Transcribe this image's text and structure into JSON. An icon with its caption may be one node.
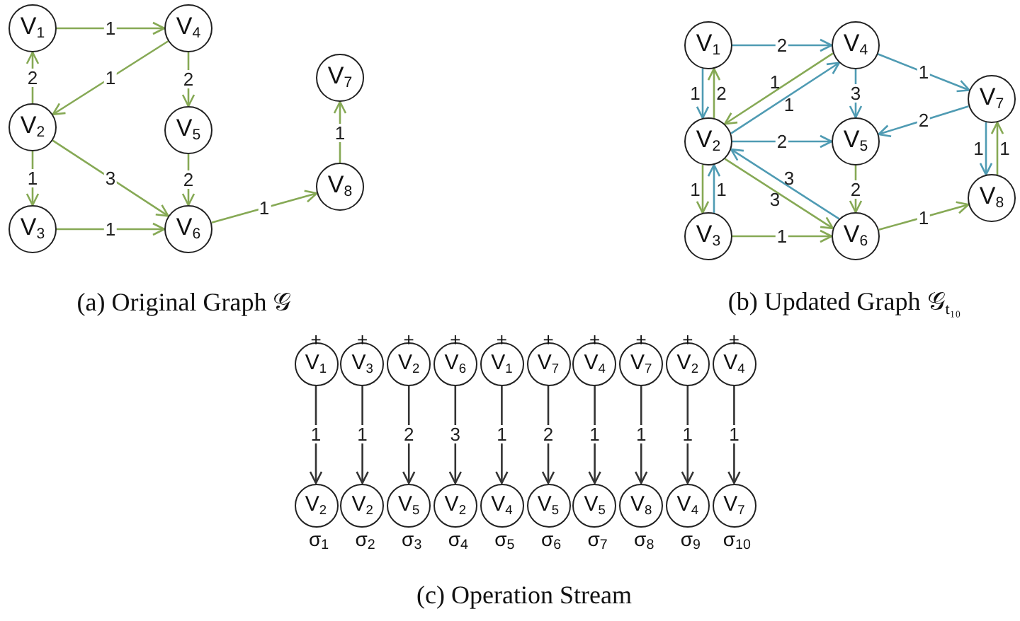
{
  "diagram": {
    "nodes": [
      {
        "text": [
          "V$_{1}$"
        ]
      },
      {
        "text": [
          "V$_{2}$"
        ]
      },
      {
        "text": [
          "V$_{3}$"
        ]
      },
      {
        "text": [
          "V$_{4}$"
        ]
      },
      {
        "text": [
          "V$_{5}$"
        ]
      },
      {
        "text": [
          "V$_{6}$"
        ]
      },
      {
        "text": [
          "V$_{7}$"
        ]
      },
      {
        "text": [
          "V$_{8}$"
        ]
      },
      {
        "text": [
          "V$_{1}$"
        ]
      },
      {
        "text": [
          "V$_{2}$"
        ]
      },
      {
        "text": [
          "V$_{3}$"
        ]
      },
      {
        "text": [
          "V$_{4}$"
        ]
      },
      {
        "text": [
          "V$_{5}$"
        ]
      },
      {
        "text": [
          "V$_{6}$"
        ]
      },
      {
        "text": [
          "V$_{7}$"
        ]
      },
      {
        "text": [
          "V$_{8}$"
        ]
      },
      {
        "text": [
          "V$_{1}$"
        ]
      },
      {
        "text": [
          "V$_{3}$"
        ]
      },
      {
        "text": [
          "V$_{2}$"
        ]
      },
      {
        "text": [
          "V$_{6}$"
        ]
      },
      {
        "text": [
          "V$_{1}$"
        ]
      },
      {
        "text": [
          "V$_{7}$"
        ]
      },
      {
        "text": [
          "V$_{4}$"
        ]
      },
      {
        "text": [
          "V$_{7}$"
        ]
      },
      {
        "text": [
          "V$_{2}$"
        ]
      },
      {
        "text": [
          "V$_{4}$"
        ]
      },
      {
        "text": [
          "V$_{2}$"
        ]
      },
      {
        "text": [
          "V$_{2}$"
        ]
      },
      {
        "text": [
          "V$_{5}$"
        ]
      },
      {
        "text": [
          "V$_{2}$"
        ]
      },
      {
        "text": [
          "V$_{4}$"
        ]
      },
      {
        "text": [
          "V$_{5}$"
        ]
      },
      {
        "text": [
          "V$_{5}$"
        ]
      },
      {
        "text": [
          "V$_{8}$"
        ]
      },
      {
        "text": [
          "V$_{4}$"
        ]
      },
      {
        "text": [
          "V$_{7}$"
        ]
      }
    ],
    "edges": [
      {
        "from": 0,
        "to": 3,
        "arrow": "to",
        "label": "1"
      },
      {
        "from": 1,
        "to": 0,
        "arrow": "to",
        "label": "2"
      },
      {
        "from": 3,
        "to": 1,
        "arrow": "to",
        "label": "1"
      },
      {
        "from": 3,
        "to": 4,
        "arrow": "to",
        "label": "2"
      },
      {
        "from": 1,
        "to": 2,
        "arrow": "to",
        "label": "1"
      },
      {
        "from": 1,
        "to": 5,
        "arrow": "to",
        "label": "3"
      },
      {
        "from": 4,
        "to": 5,
        "arrow": "to",
        "label": "2"
      },
      {
        "from": 2,
        "to": 5,
        "arrow": "to",
        "label": "1"
      },
      {
        "from": 5,
        "to": 7,
        "arrow": "to",
        "label": "1"
      },
      {
        "from": 7,
        "to": 6,
        "arrow": "to",
        "label": "1"
      },
      {
        "from": 9,
        "to": 8,
        "arrow": "to",
        "label": "2"
      },
      {
        "from": 11,
        "to": 9,
        "arrow": "to",
        "label": "1"
      },
      {
        "from": 9,
        "to": 10,
        "arrow": "to",
        "label": "1"
      },
      {
        "from": 9,
        "to": 13,
        "arrow": "to",
        "label": "3"
      },
      {
        "from": 12,
        "to": 13,
        "arrow": "to",
        "label": "2"
      },
      {
        "from": 10,
        "to": 13,
        "arrow": "to",
        "label": "1"
      },
      {
        "from": 13,
        "to": 15,
        "arrow": "to",
        "label": "1"
      },
      {
        "from": 15,
        "to": 14,
        "arrow": "to",
        "label": "1"
      },
      {
        "from": 8,
        "to": 11,
        "arrow": "to",
        "label": "2",
        "color": "#4f9bb3"
      },
      {
        "from": 8,
        "to": 9,
        "arrow": "to",
        "label": "1",
        "color": "#4f9bb3"
      },
      {
        "from": 9,
        "to": 11,
        "arrow": "to",
        "label": "1",
        "color": "#4f9bb3"
      },
      {
        "from": 11,
        "to": 14,
        "arrow": "to",
        "label": "1",
        "color": "#4f9bb3"
      },
      {
        "from": 11,
        "to": 12,
        "arrow": "to",
        "label": "3",
        "color": "#4f9bb3"
      },
      {
        "from": 14,
        "to": 12,
        "arrow": "to",
        "label": "2",
        "color": "#4f9bb3"
      },
      {
        "from": 9,
        "to": 12,
        "arrow": "to",
        "label": "2",
        "color": "#4f9bb3"
      },
      {
        "from": 13,
        "to": 9,
        "arrow": "to",
        "label": "3",
        "color": "#4f9bb3"
      },
      {
        "from": 10,
        "to": 9,
        "arrow": "to",
        "label": "1",
        "color": "#4f9bb3"
      },
      {
        "from": 14,
        "to": 15,
        "arrow": "to",
        "label": "1",
        "color": "#4f9bb3"
      },
      {
        "from": 16,
        "to": 26,
        "arrow": "to",
        "label": "1",
        "color": "#333333"
      },
      {
        "from": 17,
        "to": 27,
        "arrow": "to",
        "label": "1",
        "color": "#333333"
      },
      {
        "from": 18,
        "to": 28,
        "arrow": "to",
        "label": "2",
        "color": "#333333"
      },
      {
        "from": 19,
        "to": 29,
        "arrow": "to",
        "label": "3",
        "color": "#333333"
      },
      {
        "from": 20,
        "to": 30,
        "arrow": "to",
        "label": "1",
        "color": "#333333"
      },
      {
        "from": 21,
        "to": 31,
        "arrow": "to",
        "label": "2",
        "color": "#333333"
      },
      {
        "from": 22,
        "to": 32,
        "arrow": "to",
        "label": "1",
        "color": "#333333"
      },
      {
        "from": 23,
        "to": 33,
        "arrow": "to",
        "label": "1",
        "color": "#333333"
      },
      {
        "from": 24,
        "to": 34,
        "arrow": "to",
        "label": "1",
        "color": "#333333"
      },
      {
        "from": 25,
        "to": 35,
        "arrow": "to",
        "label": "1",
        "color": "#333333"
      }
    ],
    "labels": [
      "(a) Original Graph 𝒢",
      "(b) Updated Graph 𝒢$_{t₁₀}$",
      "+",
      "+",
      "+",
      "+",
      "+",
      "+",
      "+",
      "+",
      "+",
      "+",
      "σ$_{1}$",
      "σ$_{2}$",
      "σ$_{3}$",
      "σ$_{4}$",
      "σ$_{5}$",
      "σ$_{6}$",
      "σ$_{7}$",
      "σ$_{8}$",
      "σ$_{9}$",
      "σ$_{10}$",
      "(c) Operation Stream"
    ]
  }
}
